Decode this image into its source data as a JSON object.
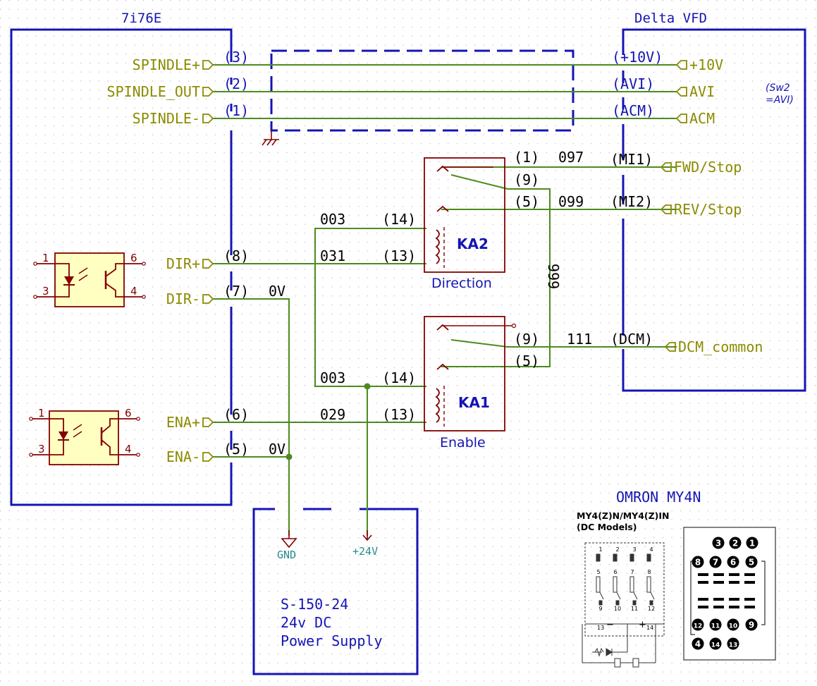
{
  "blocks": {
    "mesa_card": "7i76E",
    "vfd": "Delta VFD",
    "vfd_note_1": "(Sw2",
    "vfd_note_2": "=AVI)",
    "psu_line1": "S-150-24",
    "psu_line2": "24v DC",
    "psu_line3": "Power Supply",
    "relay_ref": "OMRON MY4N"
  },
  "card_signals": [
    {
      "label": "SPINDLE+",
      "pin": "(3)"
    },
    {
      "label": "SPINDLE_OUT",
      "pin": "(2)"
    },
    {
      "label": "SPINDLE-",
      "pin": "(1)"
    },
    {
      "label": "DIR+",
      "pin": "(8)"
    },
    {
      "label": "DIR-",
      "pin": "(7)"
    },
    {
      "label": "ENA+",
      "pin": "(6)"
    },
    {
      "label": "ENA-",
      "pin": "(5)"
    }
  ],
  "vfd_signals": [
    {
      "label": "+10V",
      "pin": "(+10V)"
    },
    {
      "label": "AVI",
      "pin": "(AVI)"
    },
    {
      "label": "ACM",
      "pin": "(ACM)"
    },
    {
      "label": "FWD/Stop",
      "pin": "(MI1)"
    },
    {
      "label": "REV/Stop",
      "pin": "(MI2)"
    },
    {
      "label": "DCM_common",
      "pin": "(DCM)"
    }
  ],
  "relays": [
    {
      "ref": "KA2",
      "name": "Direction",
      "coil_a": "(14)",
      "coil_b": "(13)",
      "c1": "(1)",
      "c9": "(9)",
      "c5": "(5)"
    },
    {
      "ref": "KA1",
      "name": "Enable",
      "coil_a": "(14)",
      "coil_b": "(13)",
      "c9": "(9)",
      "c5": "(5)"
    }
  ],
  "wire_numbers": {
    "w003_top": "003",
    "w031": "031",
    "w003_bot": "003",
    "w029": "029",
    "w097": "097",
    "w099": "099",
    "w111": "111",
    "w666": "666",
    "dir_0v": "0V",
    "ena_0v": "0V"
  },
  "power": {
    "gnd": "GND",
    "v24": "+24V"
  },
  "optocoupler_pins": [
    "1",
    "3",
    "6",
    "4"
  ],
  "datasheet": {
    "title_line1": "MY4(Z)N/MY4(Z)IN",
    "title_line2": "(DC Models)",
    "internal_top": [
      "1",
      "2",
      "3",
      "4"
    ],
    "internal_mid": [
      "5",
      "6",
      "7",
      "8"
    ],
    "internal_bot": [
      "9",
      "10",
      "11",
      "12"
    ],
    "coil_left": "13",
    "coil_right": "14",
    "coil_minus": "−",
    "coil_plus": "+",
    "base_row1": [
      "3",
      "2",
      "1"
    ],
    "base_row2": [
      "8",
      "7",
      "6",
      "5"
    ],
    "base_row3": [
      "12",
      "11",
      "10",
      "9"
    ],
    "base_row4": [
      "4",
      "14",
      "13"
    ]
  },
  "colors": {
    "net_label": "#8b8b00",
    "wire": "#4e8a1f",
    "box": "#1414b4",
    "component": "#840000",
    "component_fill": "#ffffc2",
    "power": "#2a8a8a"
  }
}
